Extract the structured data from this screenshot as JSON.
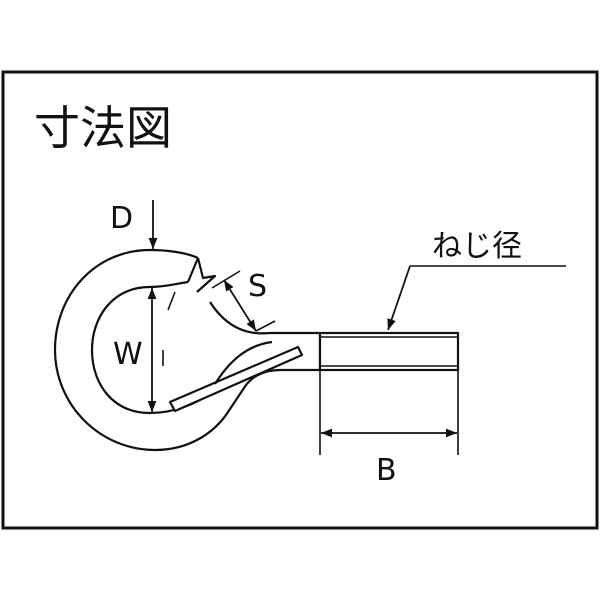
{
  "title": "寸法図",
  "labels": {
    "d": "D",
    "s": "S",
    "w": "W",
    "b": "B",
    "thread": "ねじ径"
  },
  "colors": {
    "ink": "#111111",
    "paper": "#ffffff"
  }
}
